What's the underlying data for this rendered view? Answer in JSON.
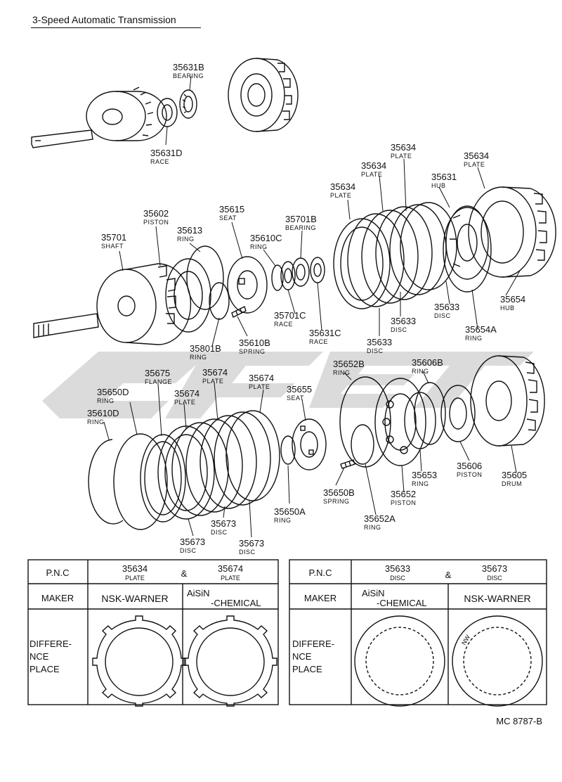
{
  "title": "3-Speed Automatic Transmission",
  "drawing_code": "MC 8787-B",
  "colors": {
    "ink": "#111111",
    "watermark": "#cfcfcf"
  },
  "parts": [
    {
      "number": "35631B",
      "name": "BEARING"
    },
    {
      "number": "35631D",
      "name": "RACE"
    },
    {
      "number": "35634",
      "name": "PLATE"
    },
    {
      "number": "35634",
      "name": "PLATE"
    },
    {
      "number": "35634",
      "name": "PLATE"
    },
    {
      "number": "35634",
      "name": "PLATE"
    },
    {
      "number": "35631",
      "name": "HUB"
    },
    {
      "number": "35602",
      "name": "PISTON"
    },
    {
      "number": "35615",
      "name": "SEAT"
    },
    {
      "number": "35701B",
      "name": "BEARING"
    },
    {
      "number": "35701",
      "name": "SHAFT"
    },
    {
      "number": "35613",
      "name": "RING"
    },
    {
      "number": "35610C",
      "name": "RING"
    },
    {
      "number": "35701C",
      "name": "RACE"
    },
    {
      "number": "35631C",
      "name": "RACE"
    },
    {
      "number": "35633",
      "name": "DISC"
    },
    {
      "number": "35633",
      "name": "DISC"
    },
    {
      "number": "35633",
      "name": "DISC"
    },
    {
      "number": "35654",
      "name": "HUB"
    },
    {
      "number": "35654A",
      "name": "RING"
    },
    {
      "number": "35610B",
      "name": "SPRING"
    },
    {
      "number": "35801B",
      "name": "RING"
    },
    {
      "number": "35652B",
      "name": "RING"
    },
    {
      "number": "35606B",
      "name": "RING"
    },
    {
      "number": "35675",
      "name": "FLANGE"
    },
    {
      "number": "35674",
      "name": "PLATE"
    },
    {
      "number": "35674",
      "name": "PLATE"
    },
    {
      "number": "35674",
      "name": "PLATE"
    },
    {
      "number": "35655",
      "name": "SEAT"
    },
    {
      "number": "35650D",
      "name": "RING"
    },
    {
      "number": "35610D",
      "name": "RING"
    },
    {
      "number": "35653",
      "name": "RING"
    },
    {
      "number": "35606",
      "name": "PISTON"
    },
    {
      "number": "35605",
      "name": "DRUM"
    },
    {
      "number": "35652",
      "name": "PISTON"
    },
    {
      "number": "35650B",
      "name": "SPRING"
    },
    {
      "number": "35650A",
      "name": "RING"
    },
    {
      "number": "35652A",
      "name": "RING"
    },
    {
      "number": "35673",
      "name": "DISC"
    },
    {
      "number": "35673",
      "name": "DISC"
    },
    {
      "number": "35673",
      "name": "DISC"
    }
  ],
  "tables": [
    {
      "pnc_label": "P.N.C",
      "maker_label": "MAKER",
      "difference_label": [
        "DIFFERE-",
        "NCE",
        "PLACE"
      ],
      "part_a": {
        "number": "35634",
        "name": "PLATE"
      },
      "amp": "&",
      "part_b": {
        "number": "35674",
        "name": "PLATE"
      },
      "maker_a": "NSK-WARNER",
      "maker_b": [
        "AiSiN",
        "-CHEMICAL"
      ]
    },
    {
      "pnc_label": "P.N.C",
      "maker_label": "MAKER",
      "difference_label": [
        "DIFFERE-",
        "NCE",
        "PLACE"
      ],
      "part_a": {
        "number": "35633",
        "name": "DISC"
      },
      "amp": "&",
      "part_b": {
        "number": "35673",
        "name": "DISC"
      },
      "maker_a": [
        "AiSiN",
        "-CHEMICAL"
      ],
      "maker_b": "NSK-WARNER",
      "disc_mark": "NW"
    }
  ]
}
